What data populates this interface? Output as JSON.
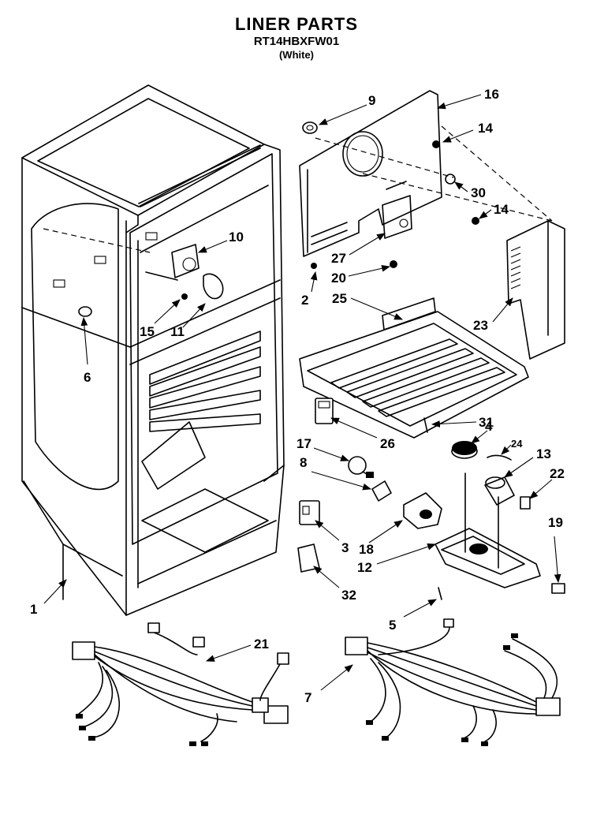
{
  "header": {
    "title": "LINER PARTS",
    "model": "RT14HBXFW01",
    "color": "(White)"
  },
  "callouts": [
    {
      "id": "c1",
      "label": "1"
    },
    {
      "id": "c2",
      "label": "2"
    },
    {
      "id": "c3",
      "label": "3"
    },
    {
      "id": "c4",
      "label": "4"
    },
    {
      "id": "c5",
      "label": "5"
    },
    {
      "id": "c6",
      "label": "6"
    },
    {
      "id": "c7",
      "label": "7"
    },
    {
      "id": "c8",
      "label": "8"
    },
    {
      "id": "c9",
      "label": "9"
    },
    {
      "id": "c10",
      "label": "10"
    },
    {
      "id": "c11",
      "label": "11"
    },
    {
      "id": "c12",
      "label": "12"
    },
    {
      "id": "c13",
      "label": "13"
    },
    {
      "id": "c14a",
      "label": "14"
    },
    {
      "id": "c14b",
      "label": "14"
    },
    {
      "id": "c15",
      "label": "15"
    },
    {
      "id": "c16",
      "label": "16"
    },
    {
      "id": "c17",
      "label": "17"
    },
    {
      "id": "c18",
      "label": "18"
    },
    {
      "id": "c19",
      "label": "19"
    },
    {
      "id": "c20",
      "label": "20"
    },
    {
      "id": "c21",
      "label": "21"
    },
    {
      "id": "c22",
      "label": "22"
    },
    {
      "id": "c23",
      "label": "23"
    },
    {
      "id": "c24",
      "label": "24"
    },
    {
      "id": "c25",
      "label": "25"
    },
    {
      "id": "c26",
      "label": "26"
    },
    {
      "id": "c27",
      "label": "27"
    },
    {
      "id": "c30",
      "label": "30"
    },
    {
      "id": "c31",
      "label": "31"
    },
    {
      "id": "c32",
      "label": "32"
    }
  ]
}
